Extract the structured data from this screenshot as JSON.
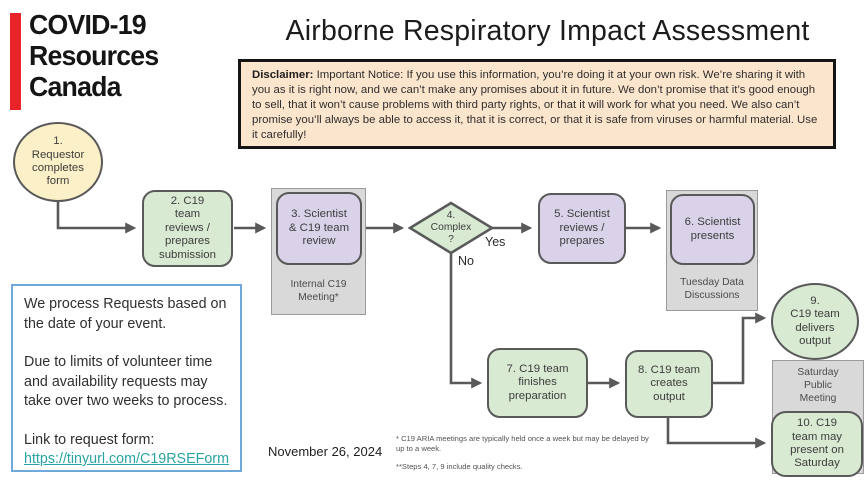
{
  "logo": {
    "line1": "COVID-19",
    "line2": "Resources",
    "line3": "Canada"
  },
  "title": "Airborne Respiratory Impact Assessment",
  "disclaimer": {
    "label": "Disclaimer:",
    "text": " Important Notice: If you use this information, you’re doing it at your own risk. We’re sharing it with you as it is right now, and we can’t make any promises about it in future. We don’t promise that it’s good enough to sell, that it won’t cause problems with third party rights, or that it will work for what you need. We also can’t promise you’ll always be able to access it, that it is correct, or that it is safe from viruses or harmful material. Use it carefully!"
  },
  "flow": {
    "step1": "1.\nRequestor\ncompletes\nform",
    "step2": "2.  C19\nteam\nreviews /\nprepares\nsubmission",
    "step3": "3. Scientist\n& C19 team\nreview",
    "container3_label": "Internal C19\nMeeting*",
    "step4": "4.\nComplex\n?",
    "yes_label": "Yes",
    "no_label": "No",
    "step5": "5. Scientist\nreviews /\nprepares",
    "step6": "6. Scientist\npresents",
    "container6_label": "Tuesday Data\nDiscussions",
    "step7": "7.  C19 team\nfinishes\npreparation",
    "step8": "8. C19 team\ncreates\noutput",
    "step9": "9.\nC19 team\ndelivers\noutput",
    "step10": "10. C19\nteam may\npresent on\nSaturday",
    "container10_label": "Saturday\nPublic\nMeeting"
  },
  "info_box": {
    "para1": "We process Requests based on the date of your event.",
    "para2": "Due to limits of volunteer time and availability requests may take over two weeks to process.",
    "link_label": "Link to request form:",
    "link_url": "https://tinyurl.com/C19RSEForm"
  },
  "date": "November 26, 2024",
  "footnotes": {
    "note1": "* C19 ARIA  meetings are typically held once a week but may be delayed by up to a week.",
    "note2": "**Steps 4, 7, 9 include quality checks."
  },
  "colors": {
    "logo_red": "#e92428",
    "step_green": "#d9ead3",
    "step_purple": "#d9d2e9",
    "step_cream": "#fcf0c8",
    "container_gray": "#d9d9d9",
    "disclaimer_peach": "#fce5cd",
    "info_border_blue": "#6fa8dc",
    "link_teal": "#2aa3a3",
    "stroke_gray": "#595959"
  }
}
